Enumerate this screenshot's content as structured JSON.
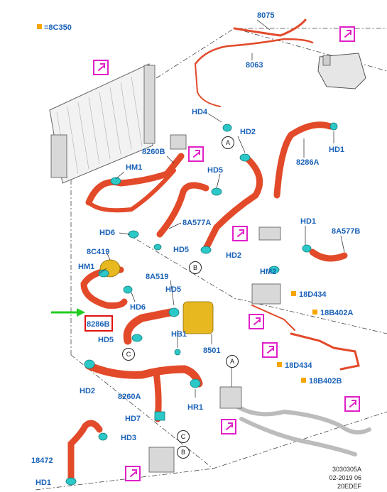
{
  "legend": {
    "text": "=8C350",
    "color": "#f7a600"
  },
  "labels": {
    "l8075": "8075",
    "l8063": "8063",
    "hd4": "HD4",
    "hd2_top": "HD2",
    "hd1_top": "HD1",
    "l8286a": "8286A",
    "l8260b": "8260B",
    "hm1_top": "HM1",
    "hd5_mid": "HD5",
    "hd6_top": "HD6",
    "l8a577a": "8A577A",
    "hd5_low": "HD5",
    "hd2_mid": "HD2",
    "hd1_mid": "HD1",
    "l8a577b": "8A577B",
    "hm2": "HM2",
    "l8c419": "8C419",
    "hm1_low": "HM1",
    "l8a519": "8A519",
    "hd5_pump": "HD5",
    "hd6_low": "HD6",
    "l8286b": "8286B",
    "hd5_left": "HD5",
    "hb1": "HB1",
    "l8501": "8501",
    "l18d434_a": "18D434",
    "l18b402a": "18B402A",
    "l18d434_b": "18D434",
    "l18b402b": "18B402B",
    "hd2_low": "HD2",
    "l8260a": "8260A",
    "hr1": "HR1",
    "hd7": "HD7",
    "hd3": "HD3",
    "l18472": "18472",
    "hd1_low": "HD1"
  },
  "callouts": {
    "a1": "A",
    "a2": "A",
    "b1": "B",
    "b2": "B",
    "c1": "C",
    "c2": "C"
  },
  "footer": {
    "line1": "3030305A",
    "line2": "02-2019 06",
    "line3": "20EDEF"
  },
  "colors": {
    "hose": "#e24a2a",
    "clamp": "#2cc8c8",
    "label": "#1a62b8",
    "hotspot": "#e020c8",
    "pump": "#e8b820",
    "highlight": "#e01010",
    "arrow": "#22cc22"
  }
}
